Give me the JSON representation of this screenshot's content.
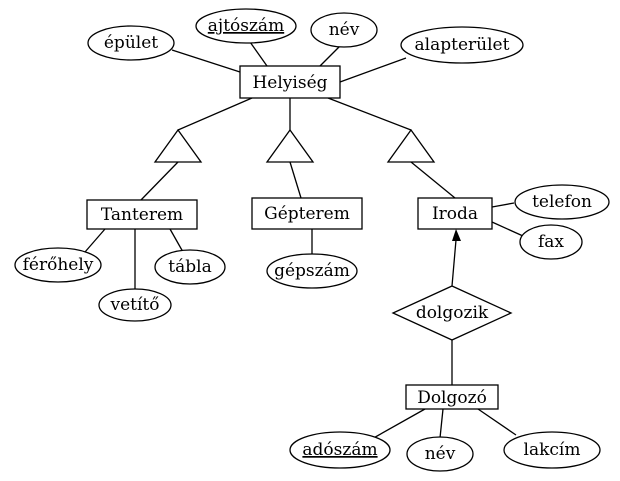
{
  "entities": {
    "helyiseg": "Helyiség",
    "tanterem": "Tanterem",
    "gepterem": "Gépterem",
    "iroda": "Iroda",
    "dolgozo": "Dolgozó"
  },
  "relationships": {
    "dolgozik": "dolgozik"
  },
  "attributes": {
    "epulet": "épület",
    "ajtoszam": "ajtószám",
    "nev_helyiseg": "név",
    "alapterulet": "alapterület",
    "ferohely": "férőhely",
    "vetito": "vetítő",
    "tabla": "tábla",
    "gepszam": "gépszám",
    "telefon": "telefon",
    "fax": "fax",
    "adoszam": "adószám",
    "nev_dolgozo": "név",
    "lakcim": "lakcím"
  }
}
